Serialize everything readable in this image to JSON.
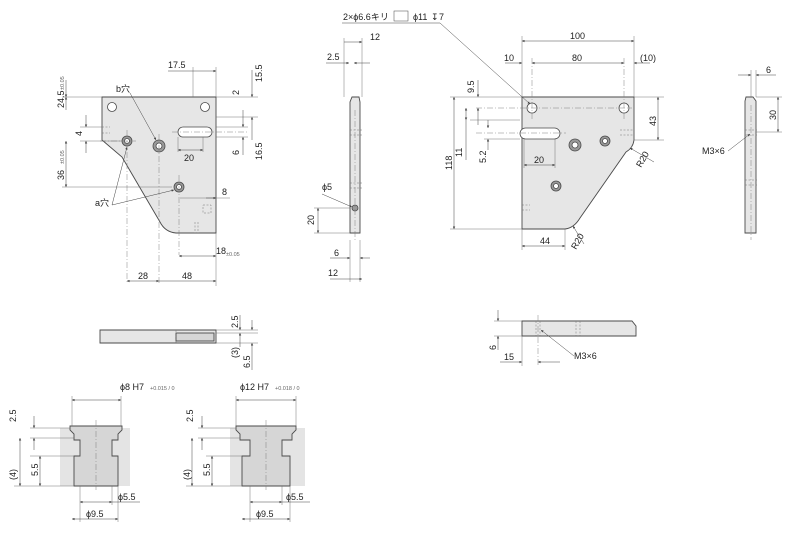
{
  "front_view": {
    "label_b": "b穴",
    "label_a": "a穴",
    "dims": {
      "d17_5": "17.5",
      "d15_5": "15.5",
      "d2": "2",
      "d24_5": "24.5",
      "d24_5_tol": "±0.05",
      "d4": "4",
      "d20": "20",
      "d6": "6",
      "d16_5": "16.5",
      "d36": "36",
      "d36_tol": "±0.05",
      "d8": "8",
      "d18": "18",
      "d18_tol": "±0.05",
      "d28": "28",
      "d48": "48"
    }
  },
  "side_view_left": {
    "dims": {
      "d12_top": "12",
      "d2_5": "2.5",
      "d5": "ϕ5",
      "d20": "20",
      "d6": "6",
      "d12_bottom": "12"
    }
  },
  "main_view": {
    "callout": "2×ϕ6.6キリ",
    "callout_cb": "ϕ11",
    "callout_depth": "7",
    "dims": {
      "d100": "100",
      "d10": "10",
      "d80": "80",
      "d10_ref": "(10)",
      "d9_5": "9.5",
      "d43": "43",
      "d118": "118",
      "d11": "11",
      "d5_2": "5.2",
      "d20": "20",
      "dR20_upper": "R20",
      "dR20_lower": "R20",
      "d44": "44"
    }
  },
  "right_side_view": {
    "dims": {
      "d6": "6",
      "d30": "30",
      "thread": "M3×6"
    }
  },
  "top_view_left": {
    "dims": {
      "d2_5": "2.5",
      "d3": "(3)",
      "d6_5": "6.5"
    }
  },
  "bottom_view_right": {
    "dims": {
      "d6": "6",
      "d15": "15",
      "thread": "M3×6"
    }
  },
  "pin_small": {
    "label": "ϕ8 H7",
    "tol": "+0.015 / 0",
    "dims": {
      "d2_5": "2.5",
      "d4": "(4)",
      "d5_5": "5.5",
      "dphi5_5": "ϕ5.5",
      "dphi9_5": "ϕ9.5"
    }
  },
  "pin_large": {
    "label": "ϕ12 H7",
    "tol": "+0.018 / 0",
    "dims": {
      "d2_5": "2.5",
      "d4": "(4)",
      "d5_5": "5.5",
      "dphi5_5": "ϕ5.5",
      "dphi9_5": "ϕ9.5"
    }
  }
}
